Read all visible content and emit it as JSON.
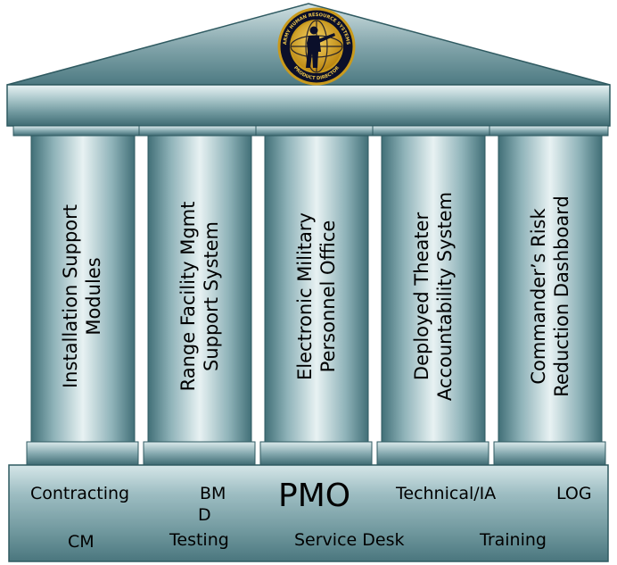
{
  "emblem": {
    "ring_text_top": "ARMY HUMAN RESOURCE SYSTEMS",
    "ring_text_bottom": "PRODUCT DIRECTOR"
  },
  "pillars": [
    {
      "line1": "Installation Support",
      "line2": "Modules"
    },
    {
      "line1": "Range Facility Mgmt",
      "line2": "Support System"
    },
    {
      "line1": "Electronic Military",
      "line2": "Personnel Office"
    },
    {
      "line1": "Deployed Theater",
      "line2": "Accountability System"
    },
    {
      "line1": "Commander’s Risk",
      "line2": "Reduction Dashboard"
    }
  ],
  "base": {
    "row1": {
      "contracting": "Contracting",
      "bmd_line1": "BM",
      "bmd_line2": "D",
      "pmo": "PMO",
      "technical": "Technical/IA",
      "log": "LOG"
    },
    "row2": {
      "cm": "CM",
      "testing": "Testing",
      "service_desk": "Service Desk",
      "training": "Training"
    }
  },
  "colors": {
    "metal_dark": "#4d7a82",
    "metal_mid": "#8fb3b9",
    "metal_light": "#e4f0f1",
    "emblem_gold": "#d6a21e",
    "emblem_ring": "#0b0f2a"
  }
}
